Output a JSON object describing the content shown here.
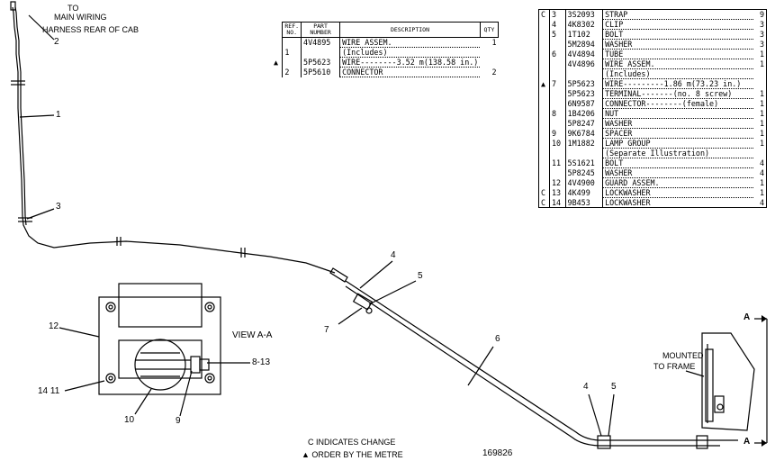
{
  "top_note": {
    "to": "TO",
    "main": "MAIN WIRING",
    "harness": "HARNESS REAR OF CAB"
  },
  "view_label": "VIEW A-A",
  "mounted": {
    "line1": "MOUNTED",
    "line2": "TO FRAME"
  },
  "section_markers": [
    "A",
    "A"
  ],
  "callouts": {
    "c1": "1",
    "c2": "2",
    "c3": "3",
    "c4a": "4",
    "c5a": "5",
    "c6": "6",
    "c7": "7",
    "c4b": "4",
    "c5b": "5",
    "c8_13": "8-13",
    "c9": "9",
    "c10": "10",
    "c12": "12",
    "c14_11": "14 11"
  },
  "legend": {
    "change": "C INDICATES CHANGE",
    "order": "▲ ORDER BY THE METRE"
  },
  "figure_number": "169826",
  "small_table": {
    "headers": [
      "REF. NO.",
      "PART NUMBER",
      "DESCRIPTION",
      "QTY"
    ],
    "rows": [
      {
        "mark": "",
        "ref": "",
        "part": "4V4895",
        "desc": "WIRE ASSEM.",
        "qty": "1"
      },
      {
        "mark": "",
        "ref": "1",
        "part": "",
        "desc": "(Includes)",
        "qty": ""
      },
      {
        "mark": "▲",
        "ref": "",
        "part": "5P5623",
        "desc": "WIRE--------3.52 m(138.58 in.)",
        "qty": ""
      },
      {
        "mark": "",
        "ref": "2",
        "part": "5P5610",
        "desc": "CONNECTOR",
        "qty": "2"
      }
    ]
  },
  "big_table": {
    "rows": [
      {
        "mark": "C",
        "ref": "3",
        "part": "3S2093",
        "desc": "STRAP",
        "qty": "9"
      },
      {
        "mark": "",
        "ref": "4",
        "part": "4K8302",
        "desc": "CLIP",
        "qty": "3"
      },
      {
        "mark": "",
        "ref": "5",
        "part": "1T102",
        "desc": "BOLT",
        "qty": "3"
      },
      {
        "mark": "",
        "ref": "",
        "part": "5M2894",
        "desc": "WASHER",
        "qty": "3"
      },
      {
        "mark": "",
        "ref": "6",
        "part": "4V4894",
        "desc": "TUBE",
        "qty": "1"
      },
      {
        "mark": "",
        "ref": "",
        "part": "4V4896",
        "desc": "WIRE ASSEM.",
        "qty": "1"
      },
      {
        "mark": "",
        "ref": "",
        "part": "",
        "desc": "(Includes)",
        "qty": ""
      },
      {
        "mark": "▲",
        "ref": "7",
        "part": "5P5623",
        "desc": "WIRE---------1.86 m(73.23 in.)",
        "qty": ""
      },
      {
        "mark": "",
        "ref": "",
        "part": "5P5623",
        "desc": "TERMINAL-------(no. 8 screw)",
        "qty": "1"
      },
      {
        "mark": "",
        "ref": "",
        "part": "6N9587",
        "desc": "CONNECTOR--------(female)",
        "qty": "1"
      },
      {
        "mark": "",
        "ref": "8",
        "part": "1B4206",
        "desc": "NUT",
        "qty": "1"
      },
      {
        "mark": "",
        "ref": "",
        "part": "5P8247",
        "desc": "WASHER",
        "qty": "1"
      },
      {
        "mark": "",
        "ref": "9",
        "part": "9K6784",
        "desc": "SPACER",
        "qty": "1"
      },
      {
        "mark": "",
        "ref": "10",
        "part": "1M1882",
        "desc": "LAMP GROUP",
        "qty": "1"
      },
      {
        "mark": "",
        "ref": "",
        "part": "",
        "desc": "(Separate Illustration)",
        "qty": ""
      },
      {
        "mark": "",
        "ref": "11",
        "part": "5S1621",
        "desc": "BOLT",
        "qty": "4"
      },
      {
        "mark": "",
        "ref": "",
        "part": "5P8245",
        "desc": "WASHER",
        "qty": "4"
      },
      {
        "mark": "",
        "ref": "12",
        "part": "4V4900",
        "desc": "GUARD ASSEM.",
        "qty": "1"
      },
      {
        "mark": "C",
        "ref": "13",
        "part": "4K499",
        "desc": "LOCKWASHER",
        "qty": "1"
      },
      {
        "mark": "C",
        "ref": "14",
        "part": "9B453",
        "desc": "LOCKWASHER",
        "qty": "4"
      }
    ]
  }
}
